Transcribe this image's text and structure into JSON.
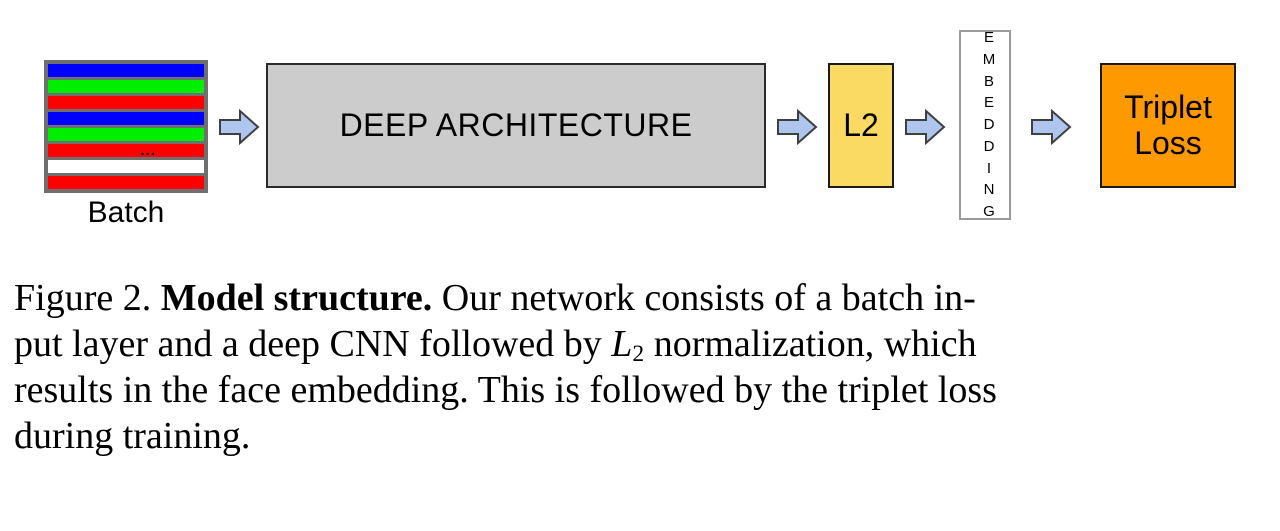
{
  "figure": {
    "diagram": {
      "batch": {
        "label": "Batch",
        "ellipsis": "...",
        "stripes": [
          {
            "name": "stripe-blue",
            "color": "#0000ff"
          },
          {
            "name": "stripe-green",
            "color": "#00ee00"
          },
          {
            "name": "stripe-red",
            "color": "#fe0000"
          },
          {
            "name": "stripe-blue",
            "color": "#0000ff"
          },
          {
            "name": "stripe-green",
            "color": "#00ee00"
          },
          {
            "name": "stripe-red",
            "color": "#fe0000"
          },
          {
            "name": "stripe-white",
            "color": "#ffffff"
          },
          {
            "name": "stripe-red",
            "color": "#fe0000"
          }
        ],
        "frame_color": "#6f6f6f"
      },
      "deep_architecture": {
        "label": "DEEP ARCHITECTURE",
        "fill": "#cccccc",
        "border": "#2b2b2b"
      },
      "l2": {
        "label": "L2",
        "fill": "#fada62",
        "border": "#1a1a1a"
      },
      "embedding": {
        "label": "EMBEDDING",
        "letters": [
          "E",
          "M",
          "B",
          "E",
          "D",
          "D",
          "I",
          "N",
          "G"
        ],
        "fill": "#ffffff",
        "border": "#9a9a9a"
      },
      "triplet_loss": {
        "line1": "Triplet",
        "line2": "Loss",
        "fill": "#ff9900",
        "border": "#1a1a1a"
      },
      "arrows": {
        "fill": "#aec6ee",
        "stroke": "#3f3f3f",
        "count": 4
      }
    },
    "caption": {
      "figure_number": "Figure 2.",
      "title": "Model structure.",
      "line1_rest": " Our network consists of a batch in-",
      "line2_a": "put layer and a deep CNN followed by ",
      "line2_math_base": "L",
      "line2_math_sub": "2",
      "line2_b": " normalization, which",
      "line3": "results in the face embedding.  This is followed by the triplet loss",
      "line4": "during training.",
      "full_text": "Figure 2. Model structure. Our network consists of a batch input layer and a deep CNN followed by L2 normalization, which results in the face embedding. This is followed by the triplet loss during training."
    }
  }
}
